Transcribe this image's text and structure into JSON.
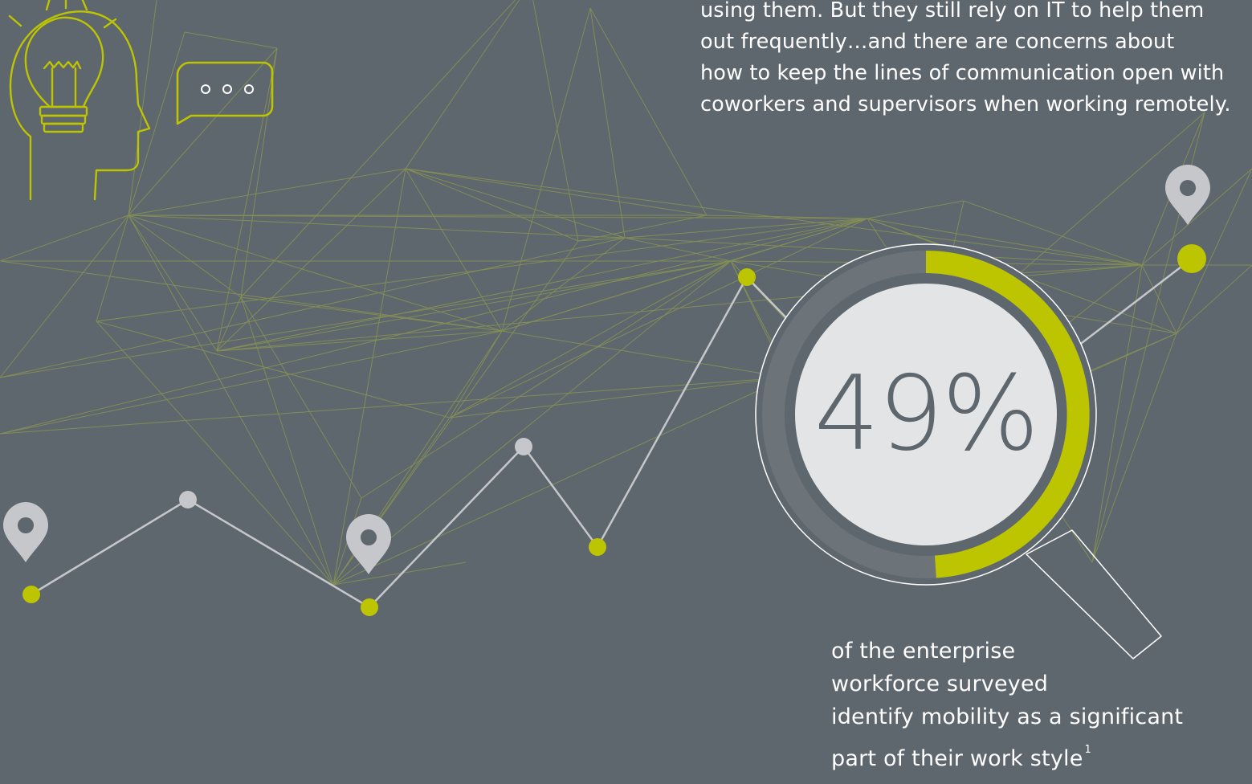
{
  "intro": {
    "lines": [
      "using them. But they still rely on IT to help them",
      "out frequently…and there are concerns about",
      "how to keep the lines of communication open with",
      "coworkers and supervisors when working remotely."
    ]
  },
  "stat": {
    "percent_label": "49%",
    "value": 0.49
  },
  "caption": {
    "lines": [
      "of the enterprise",
      "workforce surveyed",
      "identify mobility as a significant",
      "part of their work style"
    ],
    "footnote_marker": "1"
  },
  "colors": {
    "background": "#5e666e",
    "accent_lime": "#bdc400",
    "light_gray": "#c5c7ca",
    "mesh_line": "#8e9a4e",
    "circle_fill": "#e3e4e5",
    "ring_track": "#6c7379"
  },
  "icons": [
    "lightbulb-head-icon",
    "chat-bubble-icon",
    "map-pin-icon"
  ]
}
